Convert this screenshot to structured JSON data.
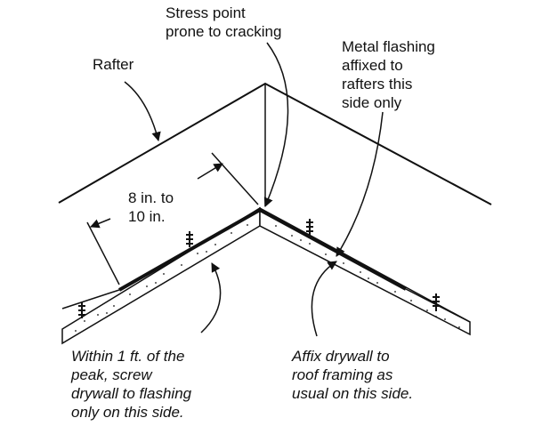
{
  "labels": {
    "rafter": "Rafter",
    "stress_point": "Stress point\nprone to cracking",
    "metal_flashing": "Metal flashing\naffixed to\nrafters this\nside only",
    "dimension": "8 in. to\n10 in.",
    "left_note": "Within 1 ft. of the\npeak, screw\ndrywall to flashing\nonly on this side.",
    "right_note": "Affix drywall to\nroof framing as\nusual on this side."
  },
  "colors": {
    "line": "#111111",
    "background": "#ffffff"
  }
}
